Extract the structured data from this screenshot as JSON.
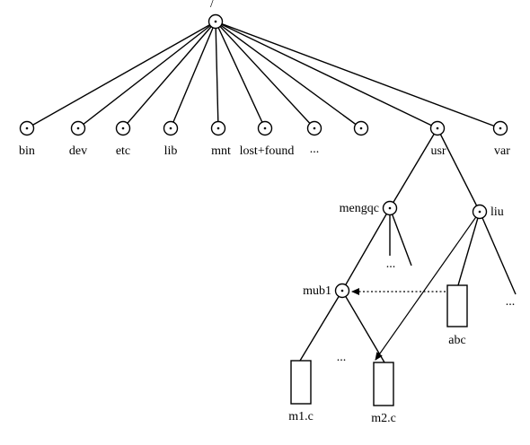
{
  "tree": {
    "root_label": "/",
    "root_children": [
      "bin",
      "dev",
      "etc",
      "lib",
      "mnt",
      "lost+found",
      "...",
      "",
      "usr",
      "var"
    ],
    "usr_children": [
      "mengqc",
      "liu"
    ],
    "mengqc_ellipsis": "...",
    "mengqc_child": "mub1",
    "mub1_ellipsis": "...",
    "liu_ellipsis": "...",
    "files": [
      "abc",
      "m1.c",
      "m2.c"
    ]
  }
}
